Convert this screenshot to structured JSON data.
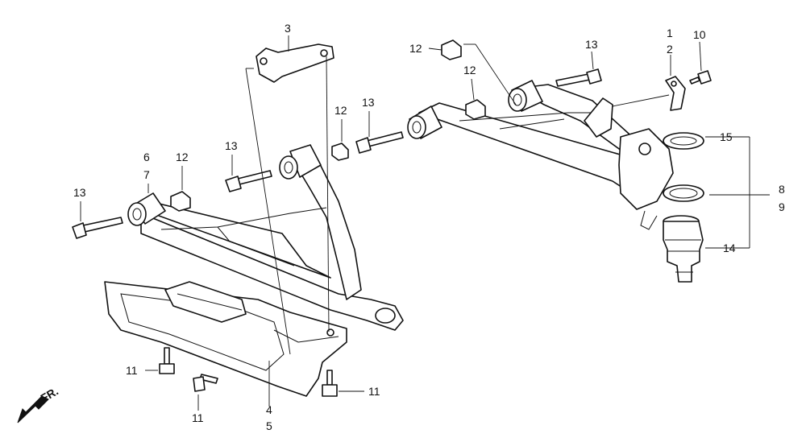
{
  "diagram": {
    "direction_label": "FR.",
    "callouts": {
      "c1": "1",
      "c2": "2",
      "c3": "3",
      "c4": "4",
      "c5": "5",
      "c6": "6",
      "c7": "7",
      "c8": "8",
      "c9": "9",
      "c10": "10",
      "c11a": "11",
      "c11b": "11",
      "c11c": "11",
      "c12a": "12",
      "c12b": "12",
      "c12c": "12",
      "c12d": "12",
      "c13a": "13",
      "c13b": "13",
      "c13c": "13",
      "c13d": "13",
      "c14": "14",
      "c15": "15"
    }
  }
}
